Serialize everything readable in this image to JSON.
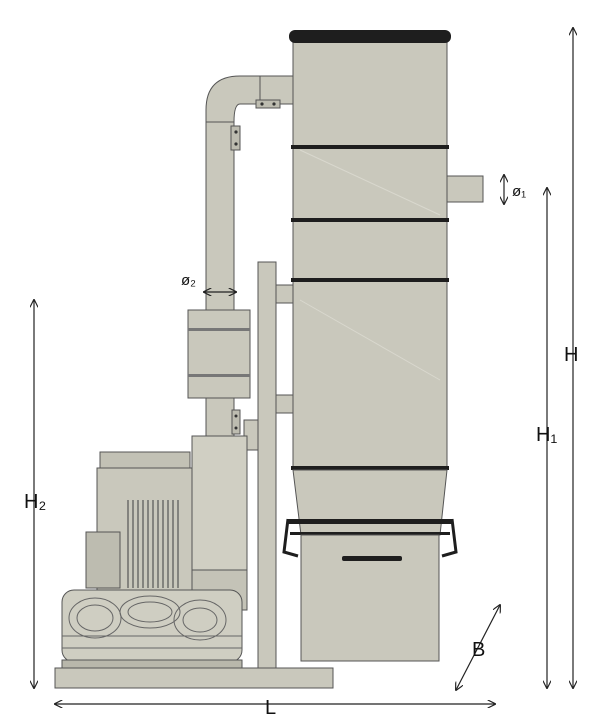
{
  "dimensions": {
    "H": "H",
    "H1": "H₁",
    "H2": "H₂",
    "L": "L",
    "B": "B",
    "D1": "ø₁",
    "D2": "ø₂"
  },
  "colors": {
    "body": "#c9c8bc",
    "body_dark": "#b5b4a8",
    "outline": "#555555",
    "band": "#1e1e1e",
    "background": "#ffffff",
    "dimension_line": "#222222"
  }
}
